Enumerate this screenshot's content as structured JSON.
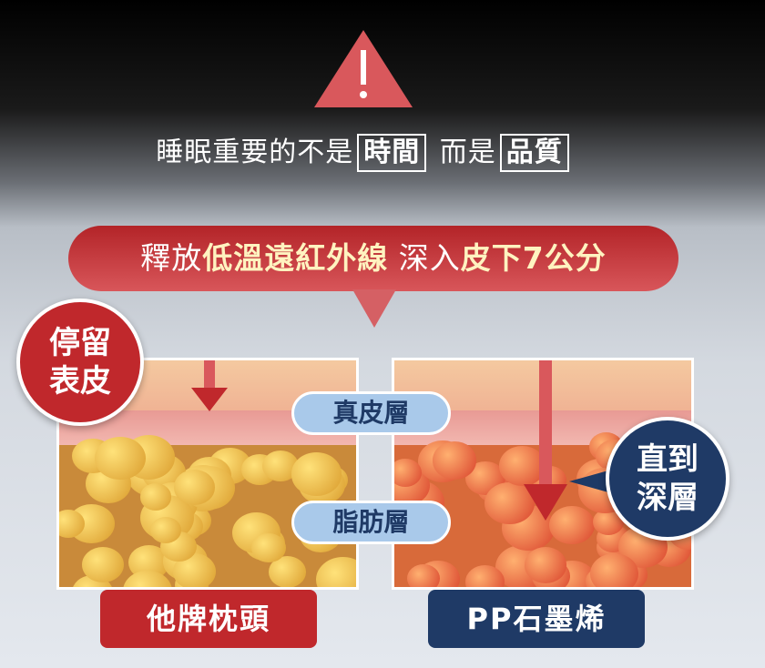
{
  "warning_icon": "warning-triangle-icon",
  "headline": {
    "prefix": "睡眠重要的不是",
    "box1": "時間",
    "middle": "而是",
    "box2": "品質"
  },
  "banner": {
    "t1": "釋放",
    "t2": "低溫遠紅外線",
    "t3": "深入",
    "t4": "皮下7公分"
  },
  "left": {
    "badge_line1": "停留",
    "badge_line2": "表皮",
    "label": "他牌枕頭"
  },
  "right": {
    "badge_line1": "直到",
    "badge_line2": "深層",
    "label": "PP石墨烯"
  },
  "layers": {
    "dermis": "真皮層",
    "fat": "脂肪層"
  },
  "colors": {
    "red": "#c0282c",
    "navy": "#1f3a66",
    "pill": "#a9c9ea"
  }
}
